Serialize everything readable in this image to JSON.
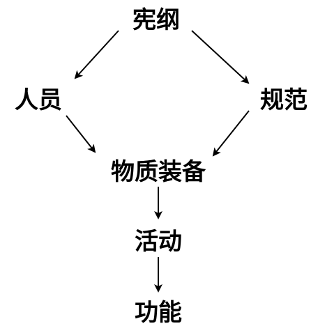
{
  "diagram": {
    "nodes": {
      "constitution": "宪纲",
      "personnel": "人员",
      "norms": "规范",
      "material_equipment": "物质装备",
      "activity": "活动",
      "function": "功能"
    },
    "edges": [
      {
        "from": "constitution",
        "to": "personnel"
      },
      {
        "from": "constitution",
        "to": "norms"
      },
      {
        "from": "personnel",
        "to": "material_equipment"
      },
      {
        "from": "norms",
        "to": "material_equipment"
      },
      {
        "from": "material_equipment",
        "to": "activity"
      },
      {
        "from": "activity",
        "to": "function"
      }
    ]
  }
}
